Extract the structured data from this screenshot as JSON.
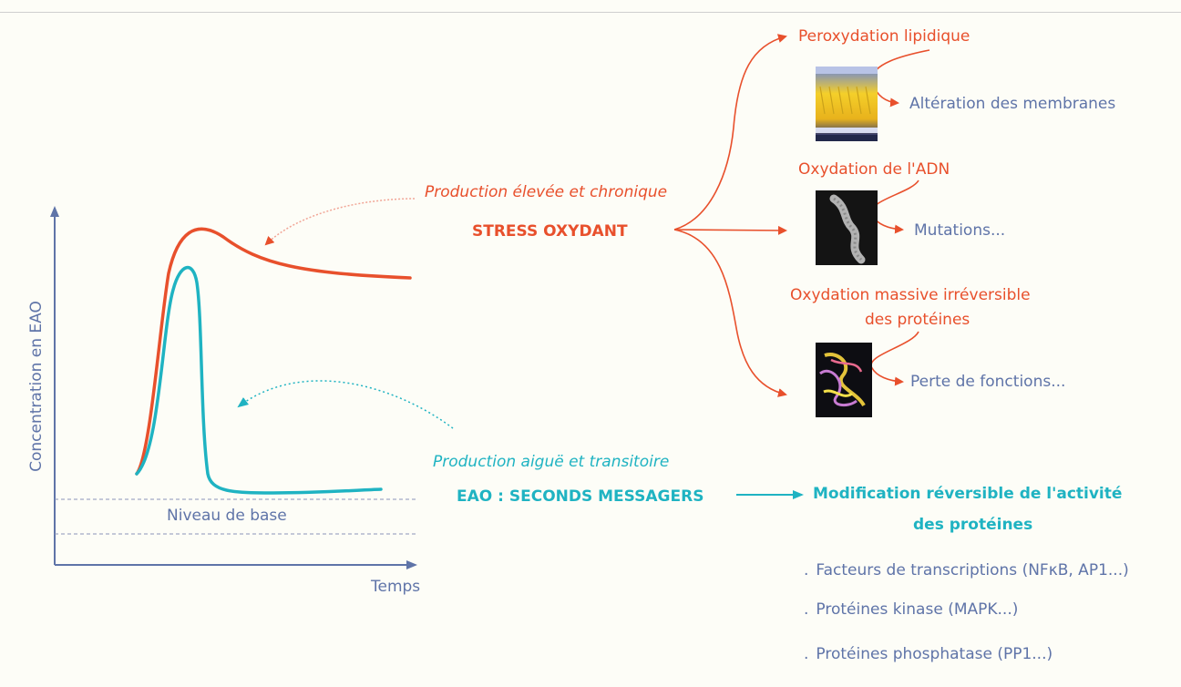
{
  "graph": {
    "y_axis_label": "Concentration en EAO",
    "x_axis_label": "Temps",
    "baseline_label": "Niveau de base"
  },
  "chronic": {
    "title": "Production élevée et chronique",
    "name": "STRESS OXYDANT",
    "effects": [
      {
        "cause": "Peroxydation lipidique",
        "consequence": "Altération des membranes"
      },
      {
        "cause": "Oxydation de l'ADN",
        "consequence": "Mutations..."
      },
      {
        "cause_line1": "Oxydation massive irréversible",
        "cause_line2": "des protéines",
        "consequence": "Perte de fonctions..."
      }
    ]
  },
  "acute": {
    "title": "Production aiguë et transitoire",
    "name": "EAO : SECONDS MESSAGERS",
    "result_line1": "Modification réversible de l'activité",
    "result_line2": "des protéines",
    "examples": [
      "Facteurs de transcriptions (NFκB, AP1...)",
      "Protéines kinase (MAPK...)",
      "Protéines phosphatase (PP1...)"
    ]
  },
  "colors": {
    "red": "#e8502c",
    "teal": "#1fb3c2",
    "axis": "#5f74a8"
  },
  "icons": [
    "membrane-image",
    "dna-image",
    "protein-image"
  ]
}
